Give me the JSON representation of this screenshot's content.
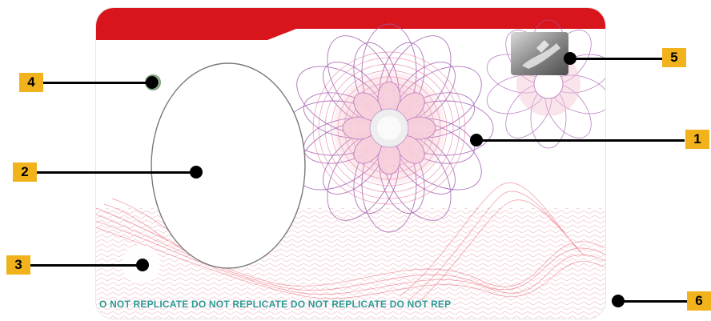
{
  "card": {
    "microprint_text": "O NOT REPLICATE DO NOT REPLICATE DO NOT REPLICATE DO NOT REP",
    "colors": {
      "header_red": "#d8141c",
      "rosette_purple": "#a05cb0",
      "rosette_pink": "#f2a0b4",
      "guilloche_red": "#e24a55",
      "microprint_teal": "#2f9a96"
    }
  },
  "callouts": [
    {
      "number": "1",
      "feature": "guilloche-rosette"
    },
    {
      "number": "2",
      "feature": "photo-area"
    },
    {
      "number": "3",
      "feature": "ghost-image"
    },
    {
      "number": "4",
      "feature": "small-window"
    },
    {
      "number": "5",
      "feature": "hologram"
    },
    {
      "number": "6",
      "feature": "microprint"
    }
  ]
}
